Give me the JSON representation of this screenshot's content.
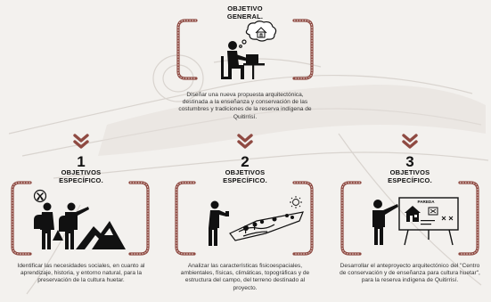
{
  "general": {
    "title_line1": "OBJETIVO",
    "title_line2": "GENERAL.",
    "description": "Diseñar una nueva propuesta arquitectónica, destinada a la enseñanza y conservación de las costumbres y tradiciones de la reserva indígena de Quitirrisí."
  },
  "specific": [
    {
      "number": "1",
      "title_line1": "OBJETIVOS",
      "title_line2": "ESPECÍFICO.",
      "description": "Identificar las necesidades sociales, en cuanto al aprendizaje, historia, y entorno natural, para la preservación de la cultura huetar."
    },
    {
      "number": "2",
      "title_line1": "OBJETIVOS",
      "title_line2": "ESPECÍFICO.",
      "description": "Analizar las características fisicoespaciales, ambientales, físicas, climáticas, topográficas y de estructura del campo, del terreno destinado al proyecto."
    },
    {
      "number": "3",
      "title_line1": "OBJETIVOS",
      "title_line2": "ESPECÍFICO.",
      "description": "Desarrollar el anteproyecto arquitectónico del \"Centro de conservación y de enseñanza para cultura huetar\", para la reserva indígena de Quitirrisí."
    }
  ],
  "board_label": "PAREDA",
  "colors": {
    "frame": "#8f4a42",
    "chevron": "#8f4a42",
    "figure": "#111111"
  }
}
